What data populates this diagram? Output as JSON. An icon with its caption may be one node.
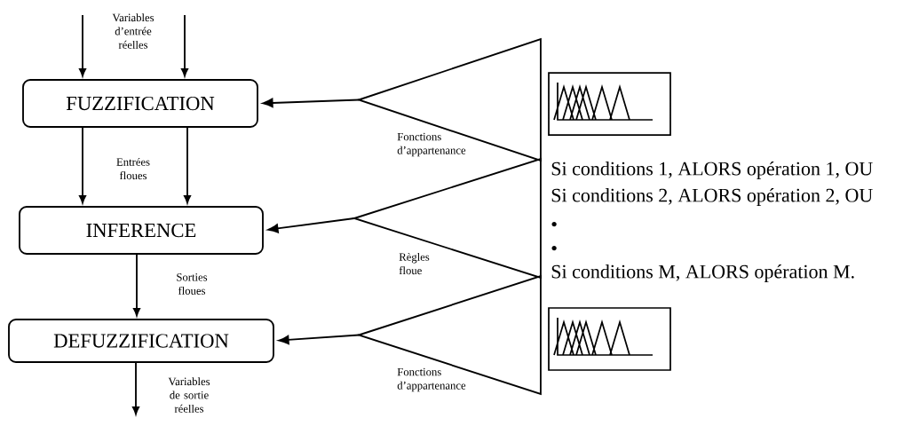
{
  "diagram": {
    "nodes": [
      {
        "text": [
          "FUZZIFICATION"
        ]
      },
      {
        "text": [
          "INFERENCE"
        ]
      },
      {
        "text": [
          "DEFUZZIFICATION"
        ]
      },
      {
        "text": [],
        "shape": "triangle"
      },
      {
        "text": [],
        "shape": "triangle"
      },
      {
        "text": [],
        "shape": "triangle"
      }
    ],
    "edges": [
      {
        "from": null,
        "to": 0,
        "arrow": "to"
      },
      {
        "from": null,
        "to": 0,
        "arrow": "to"
      },
      {
        "from": 0,
        "to": 1,
        "arrow": "to"
      },
      {
        "from": 0,
        "to": 1,
        "arrow": "to"
      },
      {
        "from": 1,
        "to": 2,
        "arrow": "to"
      },
      {
        "from": 2,
        "to": null,
        "arrow": "to"
      },
      {
        "from": 3,
        "to": 0,
        "arrow": "to"
      },
      {
        "from": 4,
        "to": 1,
        "arrow": "to"
      },
      {
        "from": 5,
        "to": 2,
        "arrow": "to"
      }
    ],
    "labels": [
      "Variables d’entrée réelles",
      "Entrées floues",
      "Fonctions d’appartenance",
      "Si conditions 1, ALORS opération 1, OU",
      "Si conditions 2, ALORS opération 2, OU",
      "•",
      "•",
      "Règles floue",
      "Sorties floues",
      "Si conditions M, ALORS opération M.",
      "Fonctions d’appartenance",
      "Variables de sortie réelles"
    ]
  }
}
